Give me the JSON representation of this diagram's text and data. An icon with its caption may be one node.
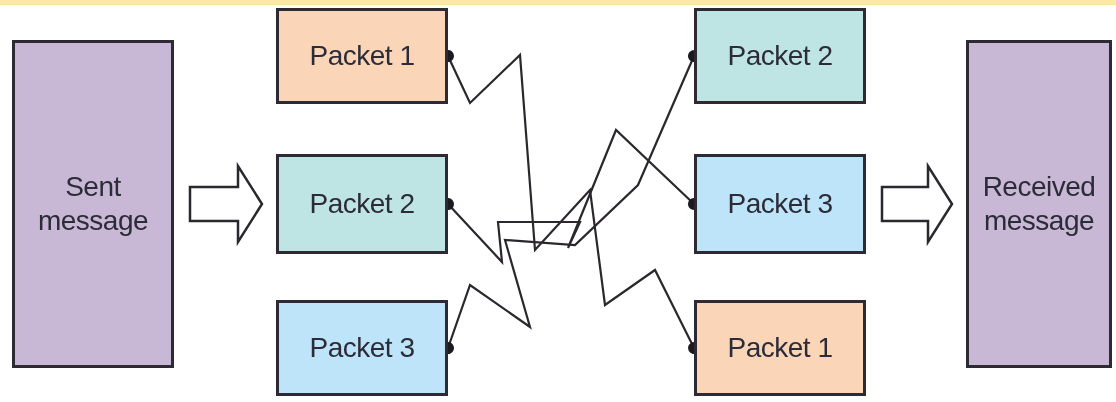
{
  "diagram": {
    "nodes": [
      {
        "text": [
          "Sent message"
        ]
      },
      {
        "text": [
          "Packet 1"
        ]
      },
      {
        "text": [
          "Packet 2"
        ]
      },
      {
        "text": [
          "Packet 3"
        ]
      },
      {
        "text": [
          "Packet 2"
        ]
      },
      {
        "text": [
          "Packet 3"
        ]
      },
      {
        "text": [
          "Packet 1"
        ]
      },
      {
        "text": [
          "Received message"
        ]
      }
    ],
    "edges": [
      {
        "from": 0,
        "to": 2,
        "arrow": "to"
      },
      {
        "from": 1,
        "to": 6,
        "arrow": "other"
      },
      {
        "from": 2,
        "to": 5,
        "arrow": "other"
      },
      {
        "from": 3,
        "to": 4,
        "arrow": "other"
      },
      {
        "from": 5,
        "to": 7,
        "arrow": "to"
      }
    ]
  }
}
